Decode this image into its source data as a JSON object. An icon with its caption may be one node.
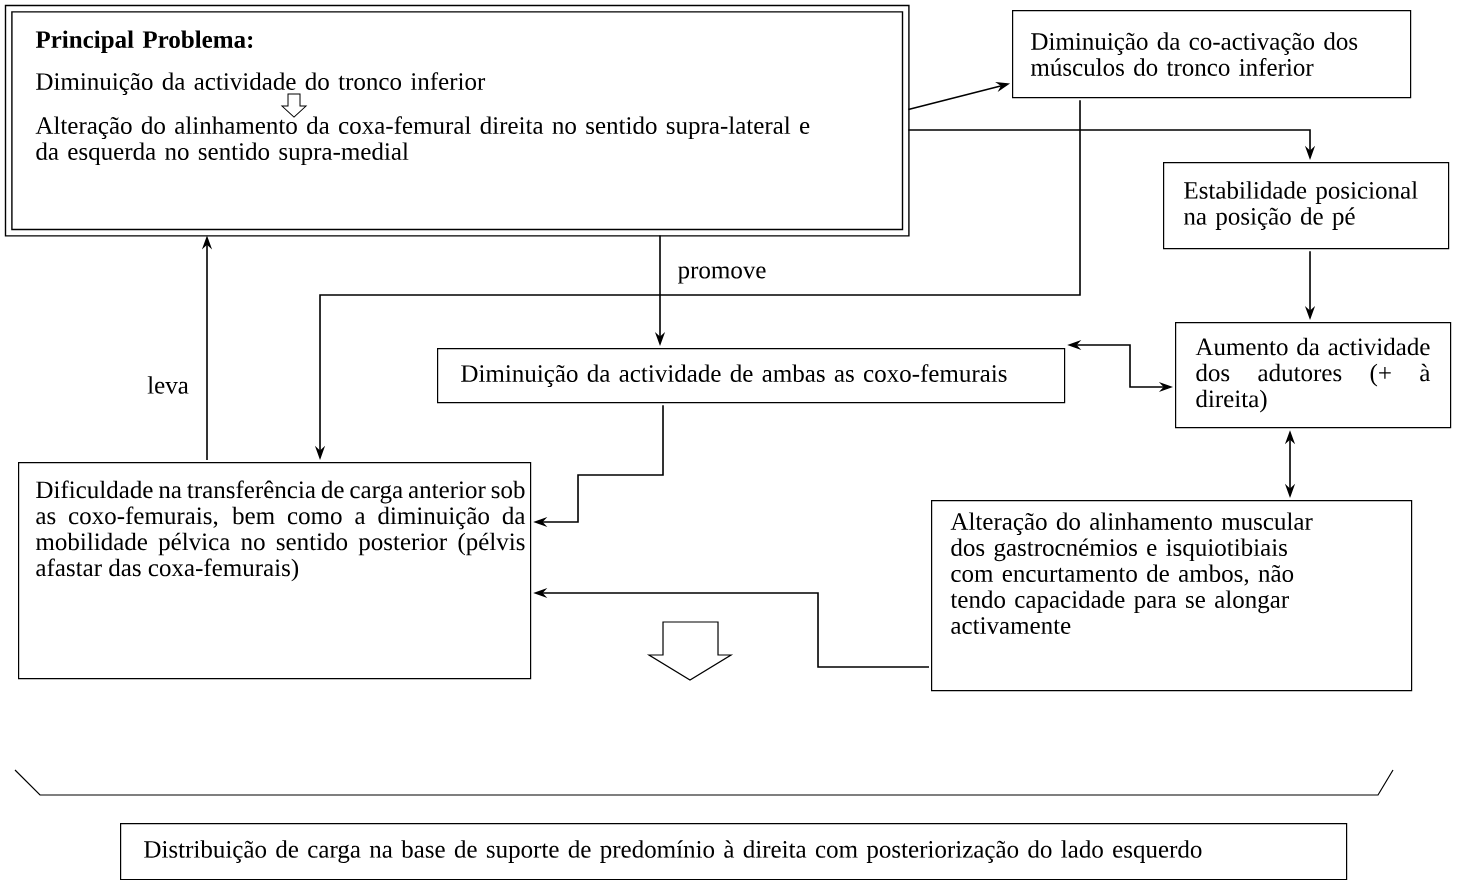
{
  "diagram": {
    "nodes": [
      {
        "text": [
          "Principal Problema:",
          "Diminuição da actividade do tronco inferior",
          "Alteração do alinhamento da coxa-femural direita no sentido supra-lateral e da esquerda no sentido supra-medial"
        ]
      },
      {
        "text": [
          "Diminuição da co-activação dos músculos do tronco inferior"
        ]
      },
      {
        "text": [
          "Estabilidade posicional na posição de pé"
        ]
      },
      {
        "text": [
          "Diminuição da actividade de ambas as coxo-femurais"
        ]
      },
      {
        "text": [
          "Aumento da actividade dos adutores (+ à direita)"
        ]
      },
      {
        "text": [
          "Dificuldade na transferência de carga anterior sob as coxo-femurais, bem como a diminuição da mobilidade pélvica no sentido posterior (pélvis afastar das coxa-femurais)"
        ]
      },
      {
        "text": [
          "Alteração do alinhamento muscular dos gastrocnémios e isquiotibiais com encurtamento de ambos, não tendo capacidade para se alongar activamente"
        ]
      },
      {
        "text": [
          "Distribuição de carga na base de suporte de predomínio à direita com posteriorização do lado esquerdo"
        ]
      }
    ],
    "edges": [
      {
        "from": 0,
        "to": 1,
        "arrow": "to"
      },
      {
        "from": 0,
        "to": 2,
        "arrow": "to"
      },
      {
        "from": 0,
        "to": 3,
        "arrow": "to",
        "label": "promove"
      },
      {
        "from": 1,
        "to": 5,
        "arrow": "to"
      },
      {
        "from": 2,
        "to": 4,
        "arrow": "to"
      },
      {
        "from": 3,
        "to": 4,
        "arrow": "both"
      },
      {
        "from": 3,
        "to": 5,
        "arrow": "to"
      },
      {
        "from": 5,
        "to": 0,
        "arrow": "to",
        "label": "leva"
      },
      {
        "from": 4,
        "to": 6,
        "arrow": "both"
      },
      {
        "from": 6,
        "to": 5,
        "arrow": "to"
      }
    ]
  }
}
